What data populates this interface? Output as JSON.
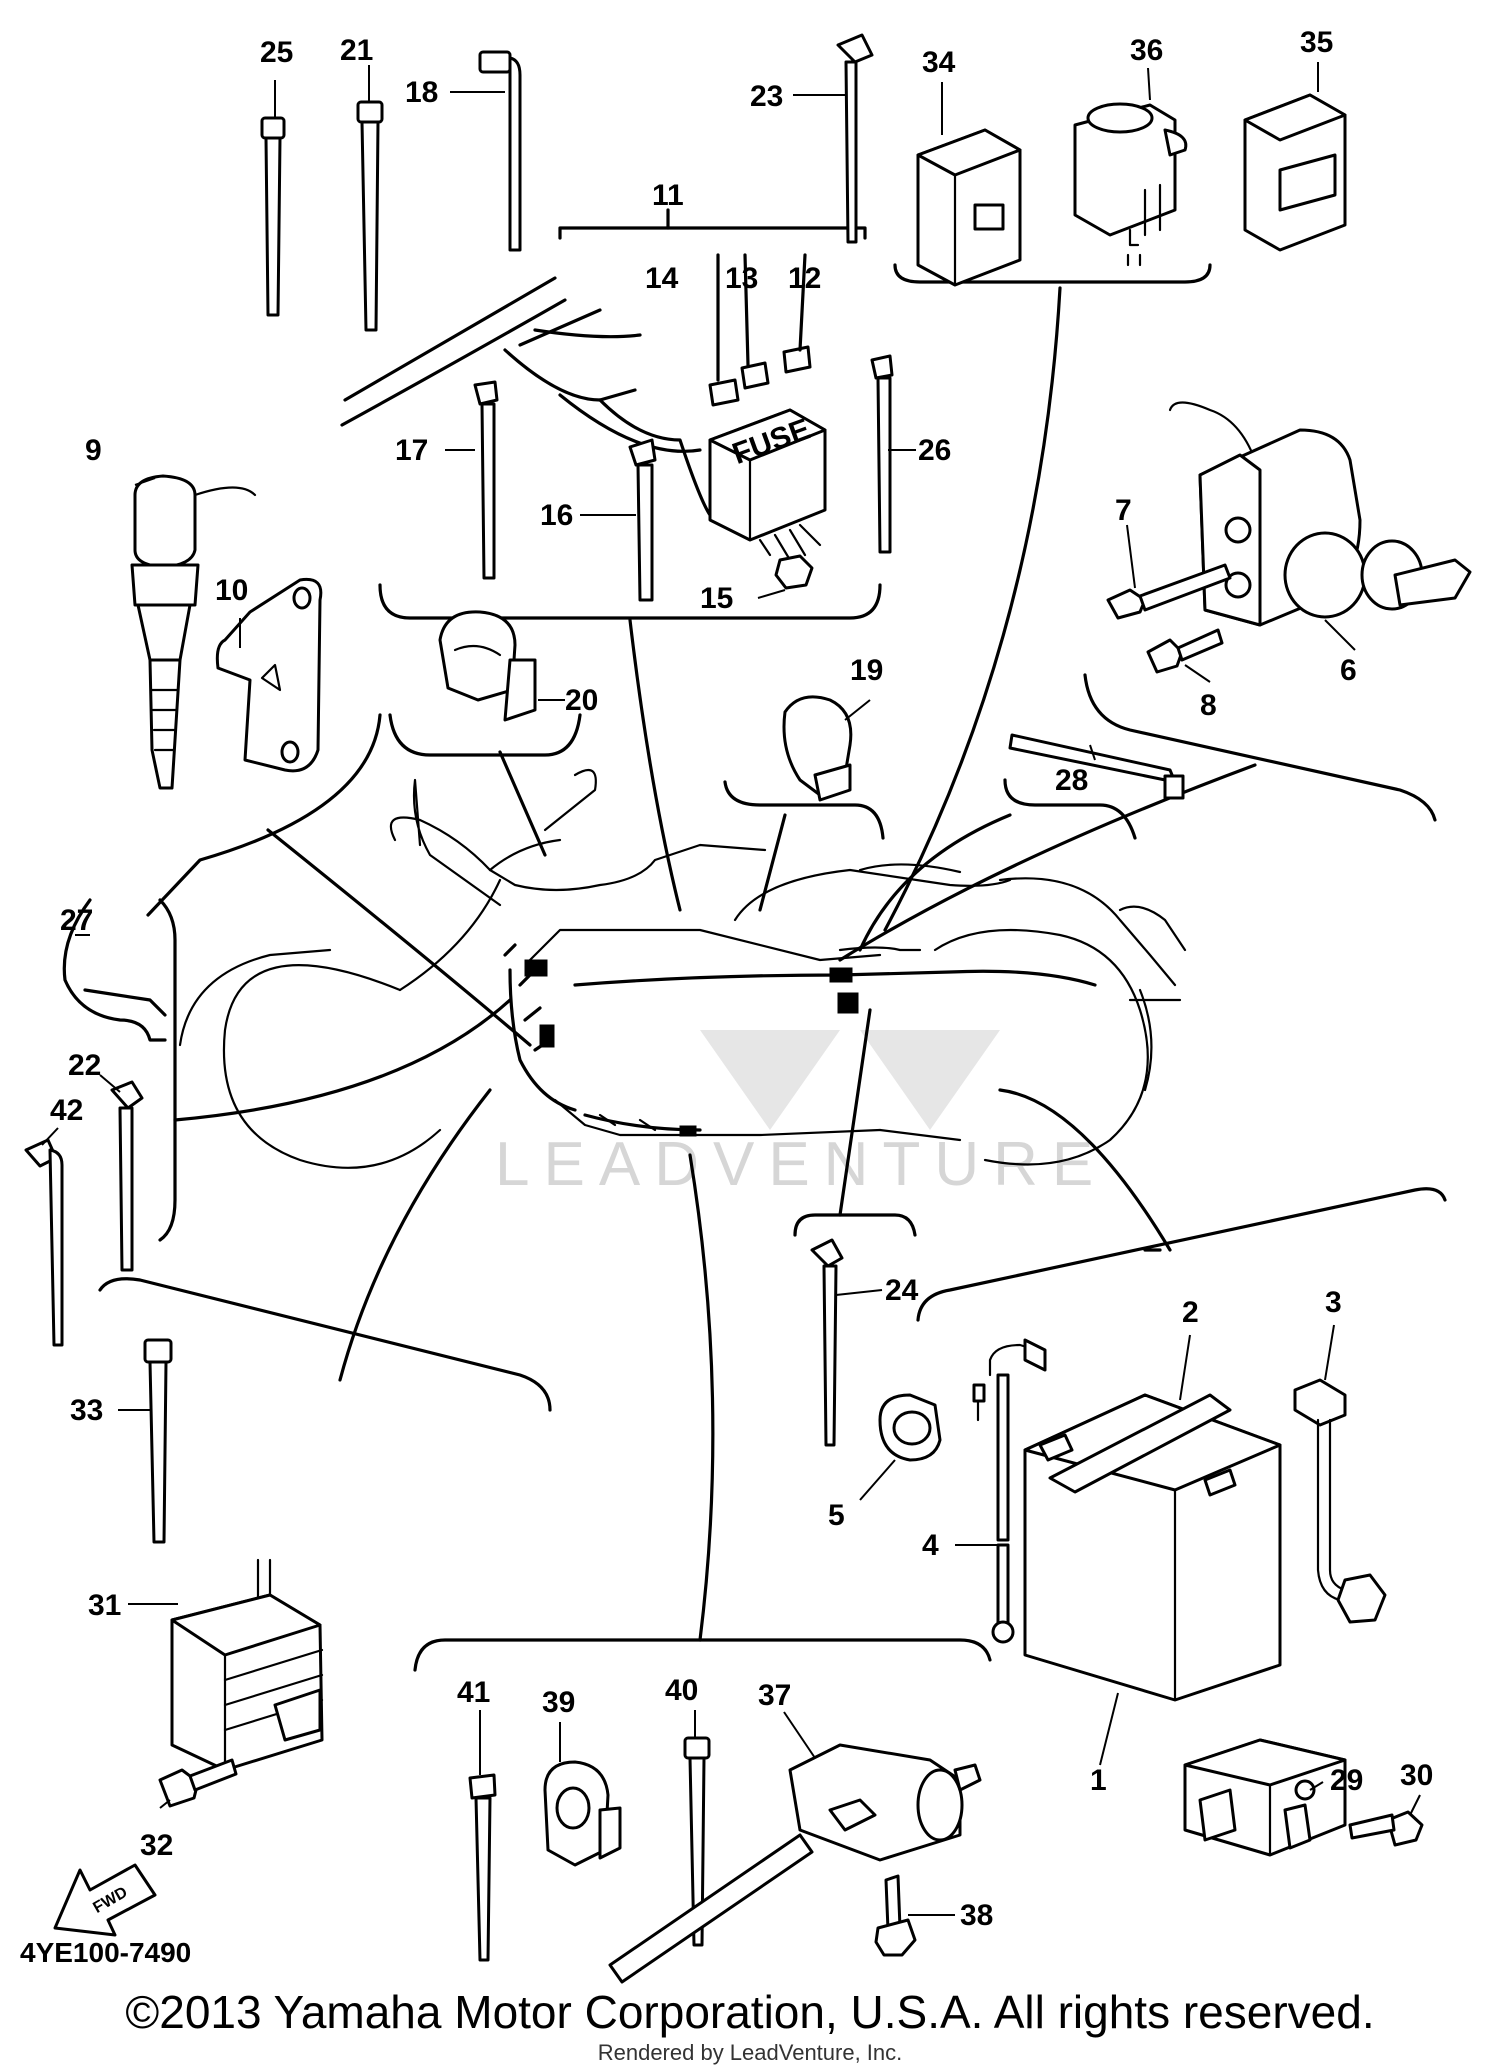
{
  "callouts": [
    "1",
    "2",
    "3",
    "4",
    "5",
    "6",
    "7",
    "8",
    "9",
    "10",
    "11",
    "12",
    "13",
    "14",
    "15",
    "16",
    "17",
    "18",
    "19",
    "20",
    "21",
    "22",
    "23",
    "24",
    "25",
    "26",
    "27",
    "28",
    "29",
    "30",
    "31",
    "32",
    "33",
    "34",
    "35",
    "36",
    "37",
    "38",
    "39",
    "40",
    "41",
    "42"
  ],
  "fuse_label": "FUSE",
  "fwd_label": "FWD",
  "watermark_text": "LEADVENTURE",
  "diagram_code": "4YE100-7490",
  "copyright": "©2013 Yamaha Motor Corporation, U.S.A. All rights reserved.",
  "rendered_by": "Rendered by LeadVenture, Inc."
}
